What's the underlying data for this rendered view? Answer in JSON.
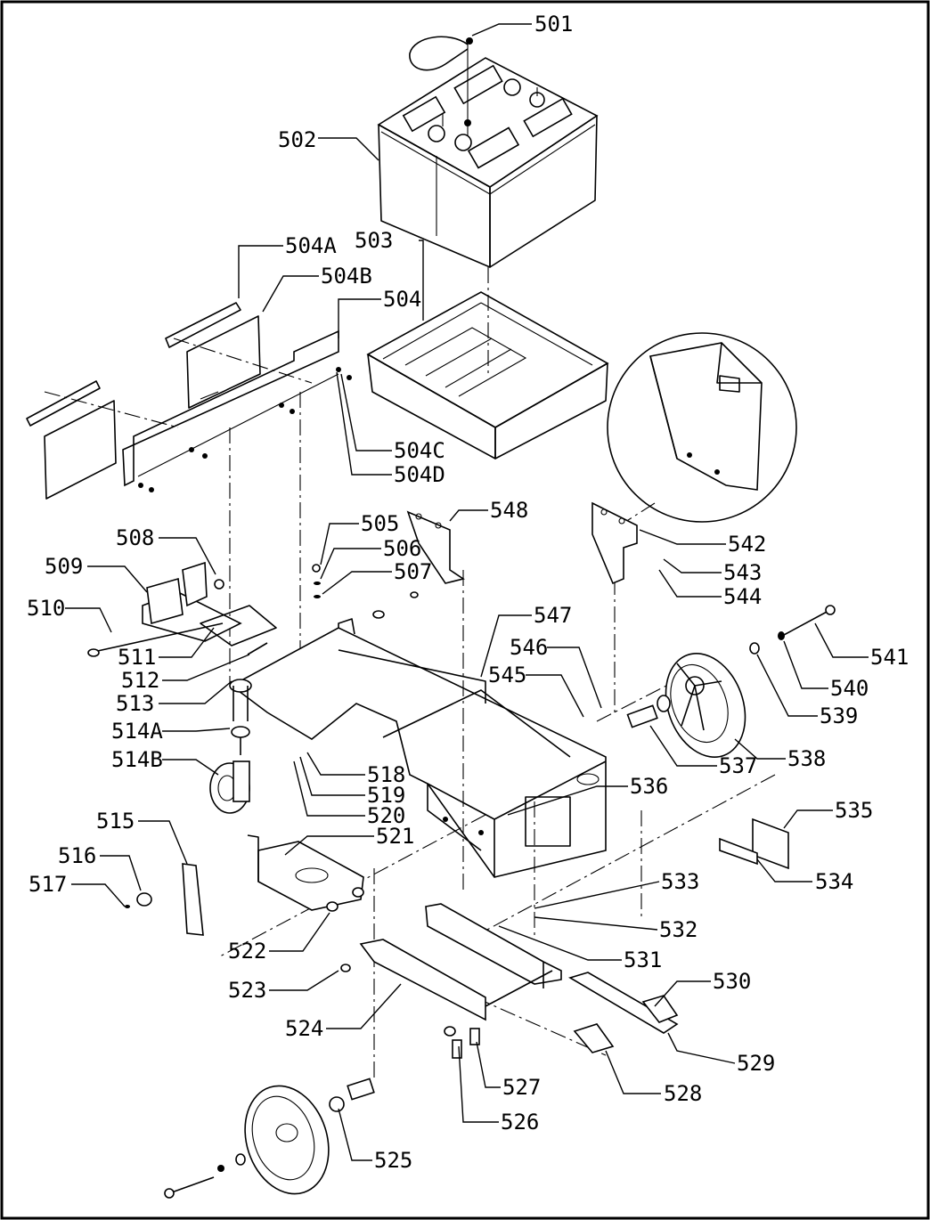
{
  "title": "",
  "colors": {
    "line": "#000000",
    "background": "#ffffff"
  },
  "labels": {
    "501": "501",
    "502": "502",
    "503": "503",
    "504A": "504A",
    "504B": "504B",
    "504": "504",
    "504C": "504C",
    "504D": "504D",
    "505": "505",
    "506": "506",
    "507": "507",
    "508": "508",
    "509": "509",
    "510": "510",
    "511": "511",
    "512": "512",
    "513": "513",
    "514A": "514A",
    "514B": "514B",
    "515": "515",
    "516": "516",
    "517": "517",
    "518": "518",
    "519": "519",
    "520": "520",
    "521": "521",
    "522": "522",
    "523": "523",
    "524": "524",
    "525": "525",
    "526": "526",
    "527": "527",
    "528": "528",
    "529": "529",
    "530": "530",
    "531": "531",
    "532": "532",
    "533": "533",
    "534": "534",
    "535": "535",
    "536": "536",
    "537": "537",
    "538": "538",
    "539": "539",
    "540": "540",
    "541": "541",
    "542": "542",
    "543": "543",
    "544": "544",
    "545": "545",
    "546": "546",
    "547": "547",
    "548": "548"
  }
}
